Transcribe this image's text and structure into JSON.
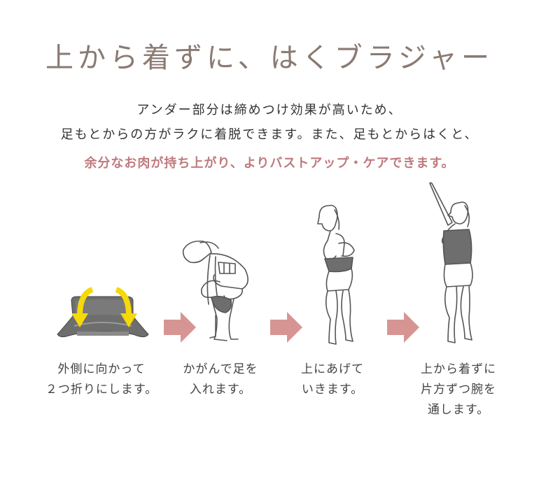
{
  "title": "上から着ずに、はくブラジャー",
  "description": {
    "line1": "アンダー部分は締めつけ効果が高いため、",
    "line2": "足もとからの方がラクに着脱できます。また、足もとからはくと、",
    "highlight": "余分なお肉が持ち上がり、よりバストアップ・ケアできます。"
  },
  "colors": {
    "title": "#8a7a72",
    "highlight": "#c07a7d",
    "arrow": "#d69593",
    "garment": "#6e6e6e",
    "fold_arrow": "#f5d90a",
    "outline": "#555555"
  },
  "steps": [
    {
      "icon": "folded-garment-icon",
      "caption": [
        "外側に向かって",
        "２つ折りにします。"
      ]
    },
    {
      "icon": "bending-step-in-icon",
      "caption": [
        "かがんで足を",
        "入れます。"
      ]
    },
    {
      "icon": "pull-up-icon",
      "caption": [
        "上にあげて",
        "いきます。"
      ]
    },
    {
      "icon": "arms-through-icon",
      "caption": [
        "上から着ずに",
        "片方ずつ腕を",
        "通します。"
      ]
    }
  ],
  "arrows": [
    "next-arrow-icon",
    "next-arrow-icon",
    "next-arrow-icon"
  ]
}
